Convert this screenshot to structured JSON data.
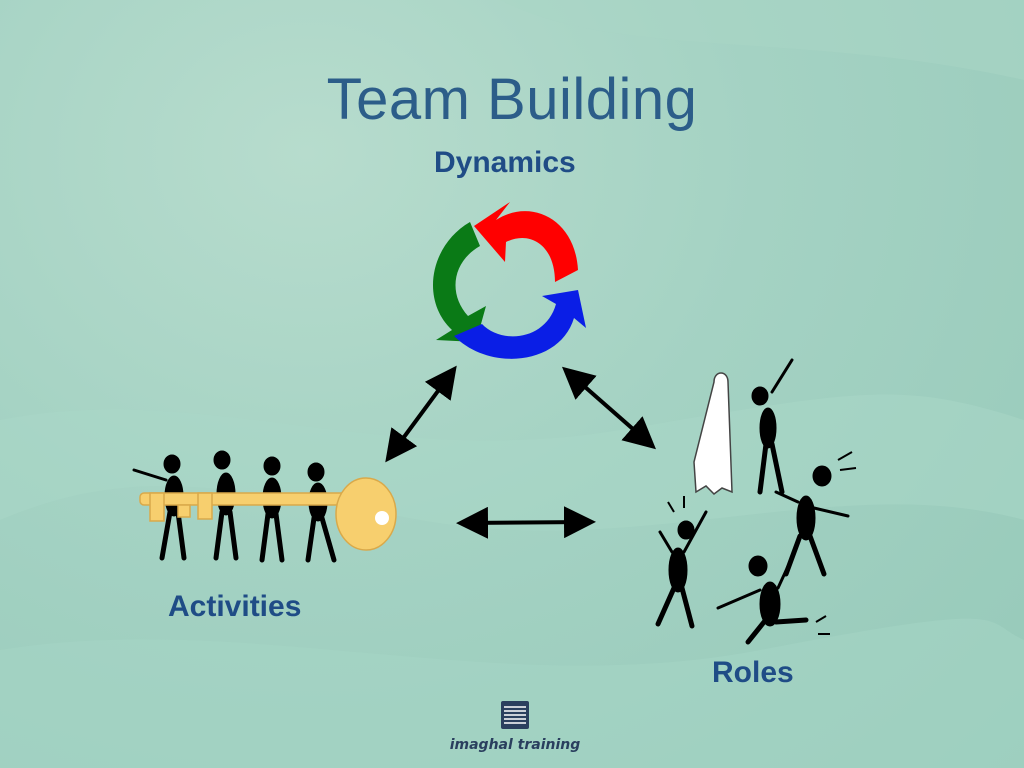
{
  "slide": {
    "title": "Team Building",
    "nodes": {
      "dynamics": "Dynamics",
      "activities": "Activities",
      "roles": "Roles"
    },
    "logo": {
      "name": "imaghal training"
    },
    "colors": {
      "title": "#2c5d89",
      "label": "#1f4c86",
      "cycle_red": "#ff0000",
      "cycle_green": "#0a7a16",
      "cycle_blue": "#0a1ee6",
      "key": "#f7cf6e"
    }
  }
}
